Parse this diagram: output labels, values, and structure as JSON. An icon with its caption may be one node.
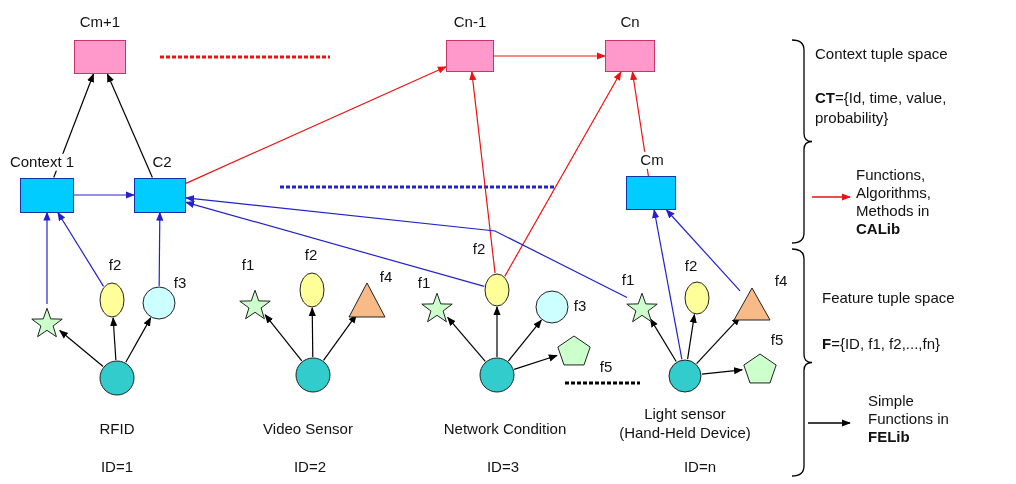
{
  "diagram": {
    "nodes": [
      {
        "text": [
          "Cm+1"
        ]
      },
      {
        "text": [
          "Cn-1"
        ]
      },
      {
        "text": [
          "Cn"
        ]
      },
      {
        "text": [
          "Context 1"
        ]
      },
      {
        "text": [
          "C2"
        ]
      },
      {
        "text": [
          "Cm"
        ]
      },
      {
        "text": [],
        "shape": "star"
      },
      {
        "text": [
          "f2"
        ]
      },
      {
        "text": [
          "f3"
        ]
      },
      {
        "text": [],
        "shape": "circle",
        "beside": [
          "RFID",
          "ID=1"
        ]
      },
      {
        "text": [
          "f1"
        ]
      },
      {
        "text": [
          "f2"
        ]
      },
      {
        "text": [
          "f4"
        ]
      },
      {
        "text": [],
        "shape": "circle",
        "beside": [
          "Video Sensor",
          "ID=2"
        ]
      },
      {
        "text": [
          "f1"
        ]
      },
      {
        "text": [
          "f2"
        ]
      },
      {
        "text": [
          "f3"
        ]
      },
      {
        "text": [
          "f5"
        ]
      },
      {
        "text": [],
        "shape": "circle",
        "beside": [
          "Network Condition",
          "ID=3"
        ]
      },
      {
        "text": [
          "f1"
        ]
      },
      {
        "text": [
          "f2"
        ]
      },
      {
        "text": [
          "f4"
        ]
      },
      {
        "text": [
          "f5"
        ]
      },
      {
        "text": [],
        "shape": "circle",
        "beside": [
          "Light sensor (Hand-Held Device)",
          "ID=n"
        ]
      }
    ],
    "edges": [
      {
        "from": 3,
        "to": 0,
        "arrow": "to"
      },
      {
        "from": 4,
        "to": 0,
        "arrow": "to"
      },
      {
        "from": 3,
        "to": 4,
        "arrow": "to",
        "color": "#2222cc"
      },
      {
        "from": 4,
        "to": 1,
        "arrow": "to",
        "color": "#ee1111"
      },
      {
        "from": 1,
        "to": 2,
        "arrow": "to",
        "color": "#ee1111"
      },
      {
        "from": 15,
        "to": 1,
        "arrow": "to",
        "color": "#ee1111"
      },
      {
        "from": 15,
        "to": 2,
        "arrow": "to",
        "color": "#ee1111"
      },
      {
        "from": 5,
        "to": 2,
        "arrow": "to",
        "color": "#ee1111"
      },
      {
        "from": 6,
        "to": 3,
        "arrow": "to",
        "color": "#2222cc"
      },
      {
        "from": 7,
        "to": 3,
        "arrow": "to",
        "color": "#2222cc"
      },
      {
        "from": 8,
        "to": 4,
        "arrow": "to",
        "color": "#2222cc"
      },
      {
        "from": 15,
        "to": 4,
        "arrow": "to",
        "color": "#2222cc"
      },
      {
        "from": 19,
        "to": 4,
        "arrow": "to",
        "color": "#2222cc"
      },
      {
        "from": 23,
        "to": 5,
        "arrow": "to",
        "color": "#2222cc"
      },
      {
        "from": 21,
        "to": 5,
        "arrow": "to",
        "color": "#2222cc"
      },
      {
        "from": 9,
        "to": 6,
        "arrow": "to"
      },
      {
        "from": 9,
        "to": 7,
        "arrow": "to"
      },
      {
        "from": 9,
        "to": 8,
        "arrow": "to"
      },
      {
        "from": 13,
        "to": 10,
        "arrow": "to"
      },
      {
        "from": 13,
        "to": 11,
        "arrow": "to"
      },
      {
        "from": 13,
        "to": 12,
        "arrow": "to"
      },
      {
        "from": 18,
        "to": 14,
        "arrow": "to"
      },
      {
        "from": 18,
        "to": 15,
        "arrow": "to"
      },
      {
        "from": 18,
        "to": 16,
        "arrow": "to"
      },
      {
        "from": 18,
        "to": 17,
        "arrow": "to"
      },
      {
        "from": 23,
        "to": 19,
        "arrow": "to"
      },
      {
        "from": 23,
        "to": 20,
        "arrow": "to"
      },
      {
        "from": 23,
        "to": 21,
        "arrow": "to"
      },
      {
        "from": 23,
        "to": 22,
        "arrow": "to"
      }
    ],
    "labels": [
      "Context tuple space",
      "**CT**={Id, time, value, probability}",
      "Feature tuple space",
      "**F**={ID, f1, f2,...,fn}"
    ],
    "legend": [
      {
        "text": "Functions, Algorithms, Methods in **CALib**"
      },
      {
        "text": "Simple Functions in **FELib**"
      }
    ]
  }
}
